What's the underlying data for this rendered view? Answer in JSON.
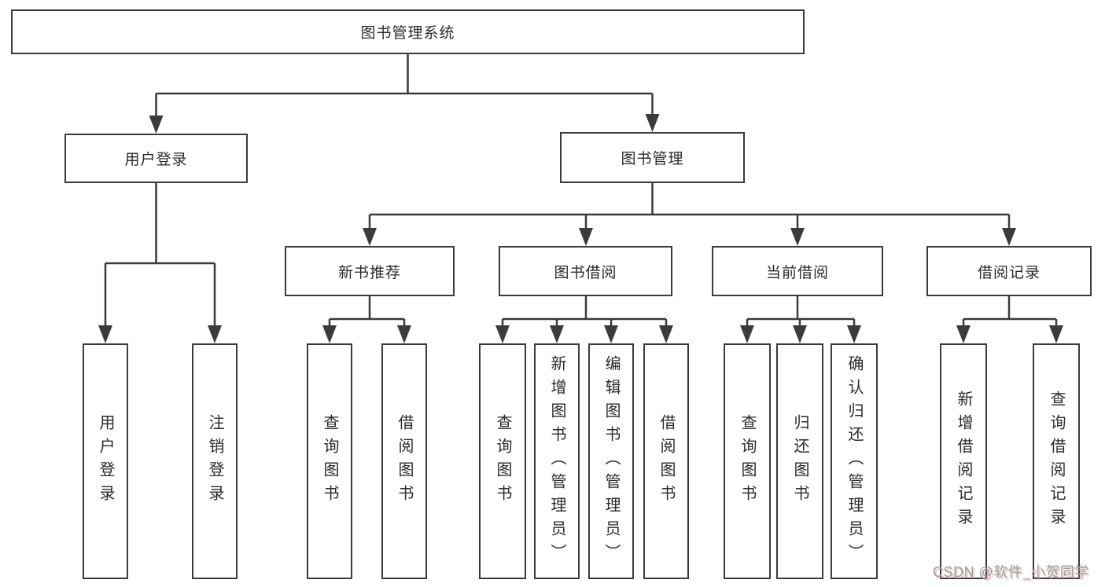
{
  "diagram": {
    "title": "图书管理系统",
    "user_branch": {
      "label": "用户登录",
      "children": [
        "用户登录",
        "注销登录"
      ]
    },
    "management_branch": {
      "label": "图书管理",
      "sections": [
        {
          "label": "新书推荐",
          "children": [
            "查询图书",
            "借阅图书"
          ]
        },
        {
          "label": "图书借阅",
          "children": [
            "查询图书",
            "新增图书（管理员）",
            "编辑图书（管理员）",
            "借阅图书"
          ]
        },
        {
          "label": "当前借阅",
          "children": [
            "查询图书",
            "归还图书",
            "确认归还（管理员）"
          ]
        },
        {
          "label": "借阅记录",
          "children": [
            "新增借阅记录",
            "查询借阅记录"
          ]
        }
      ]
    }
  },
  "watermark": {
    "text": "CSDN @软件_小贺同学"
  },
  "colors": {
    "line": "#3b3b3b",
    "text": "#2b2b2b",
    "box_background": "#ffffff",
    "watermark": "#9e9e9e"
  }
}
